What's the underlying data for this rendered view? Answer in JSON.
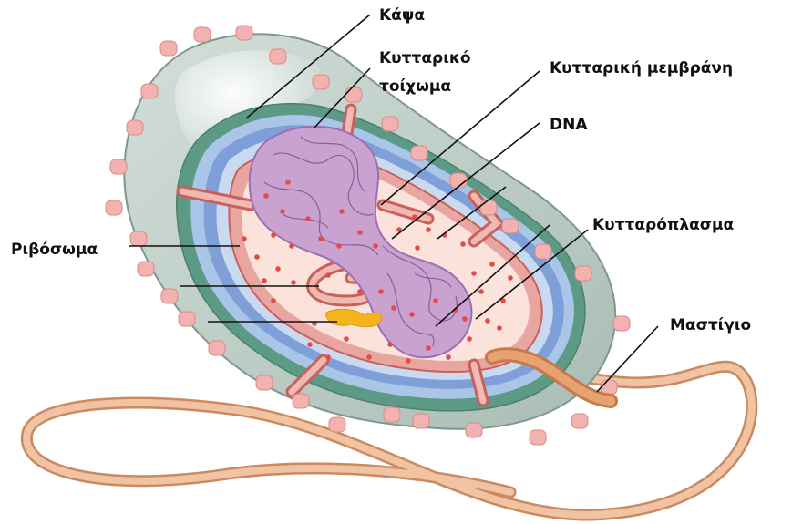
{
  "labels": {
    "capsule": "Κάψα",
    "cell_wall_line1": "Κυτταρικό",
    "cell_wall_line2": "τοίχωμα",
    "cell_membrane": "Κυτταρική μεμβράνη",
    "dna": "DNA",
    "cytoplasm": "Κυτταρόπλασμα",
    "ribosome": "Ριβόσωμα",
    "flagellum": "Μαστίγιο"
  },
  "colors": {
    "capsule_fill": "#b9cbc3",
    "capsule_edge": "#8ea79d",
    "highlight": "#eef2ef",
    "cell_wall_green": "#5c9a86",
    "cell_wall_blue": "#7f9fd8",
    "membrane_pink": "#e9a6a0",
    "membrane_edge": "#c9615b",
    "cytoplasm": "#fbe3dc",
    "ribosome": "#e34a48",
    "dna_fill": "#c9a2cf",
    "dna_strand": "#8a5fa0",
    "plasmid": "#f3b51c",
    "flagellum": "#e0a47a",
    "pili": "#f2b3b0"
  }
}
